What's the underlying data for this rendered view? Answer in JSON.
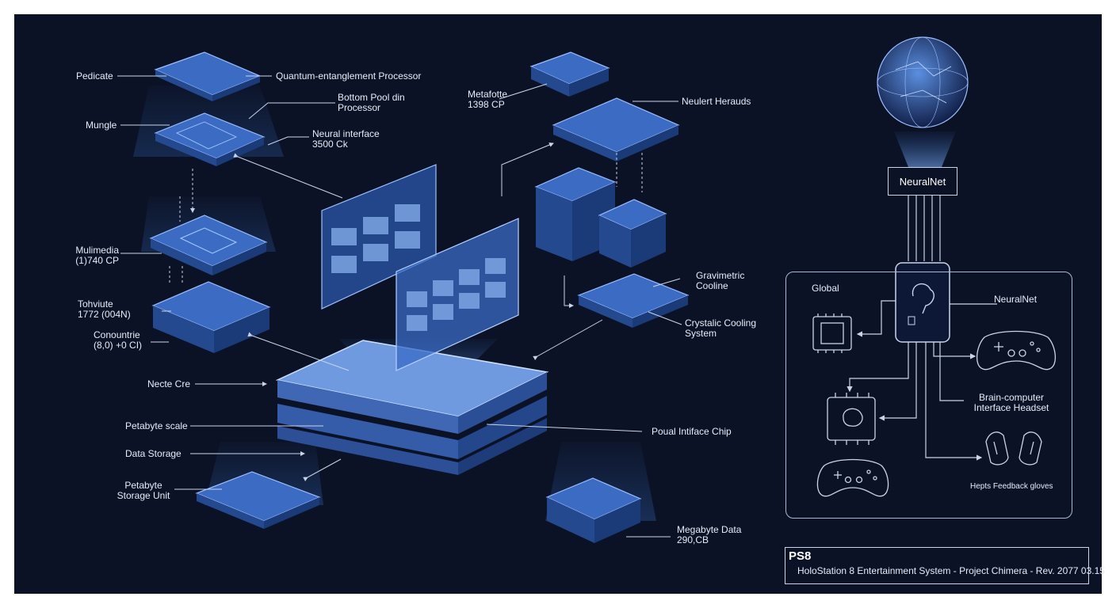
{
  "colors": {
    "background": "#0b1226",
    "accent": "#5b8fe0",
    "line": "#c9d4ea",
    "glow": "#3e7bd6"
  },
  "labels": {
    "pedicate": "Pedicate",
    "quantum": "Quantum-entanglement Processor",
    "bottom_proc_1": "Bottom Pool din",
    "bottom_proc_2": "Processor",
    "mungle": "Mungle",
    "neural_if_1": "Neural interface",
    "neural_if_2": "3500 Ck",
    "multimedia_1": "Mulimedia",
    "multimedia_2": "(1)740 CP",
    "tohviute_1": "Tohviute",
    "tohviute_2": "1772 (004N)",
    "conountrie_1": "Conountrie",
    "conountrie_2": "(8,0) +0 CI)",
    "necte": "Necte Cre",
    "petabyte_scale": "Petabyte scale",
    "data_storage": "Data Storage",
    "petabyte_unit_1": "Petabyte",
    "petabyte_unit_2": "Storage Unit",
    "metafotte_1": "Metafotte",
    "metafotte_2": "1398 CP",
    "neulert": "Neulert Herauds",
    "gravimetric_1": "Gravimetric",
    "gravimetric_2": "Cooline",
    "crystalic_1": "Crystalic Cooling",
    "crystalic_2": "System",
    "poual": "Poual Intiface Chip",
    "megabyte_1": "Megabyte Data",
    "megabyte_2": "290,CB"
  },
  "network": {
    "top_node": "NeuralNet",
    "global": "Global",
    "neuralnet": "NeuralNet",
    "bci_1": "Brain-computer",
    "bci_2": "Interface Headset",
    "gloves": "Hepts Feedback gloves"
  },
  "title_block": {
    "code": "PS8",
    "subtitle": "HoloStation 8 Entertainment System - Project Chimera - Rev. 2077 03.15"
  }
}
